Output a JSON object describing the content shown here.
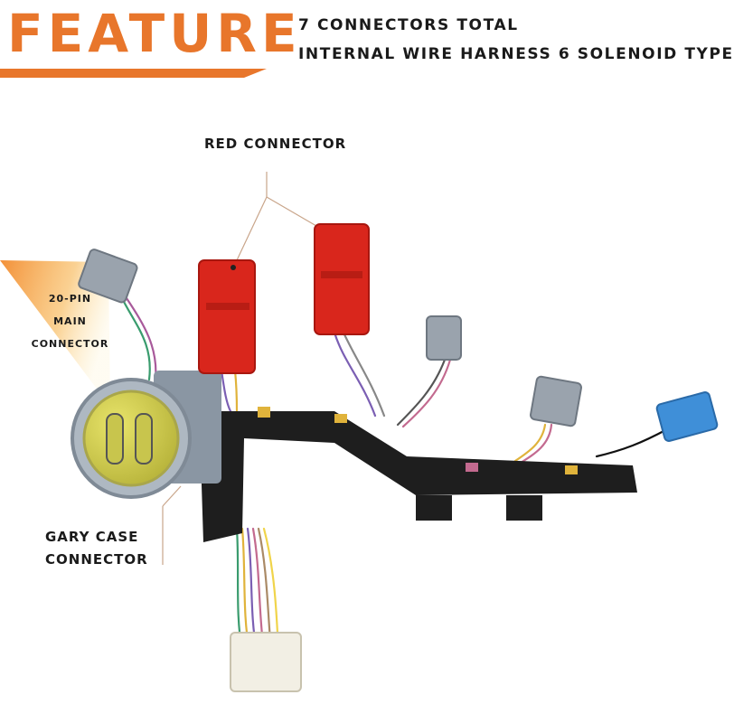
{
  "header": {
    "feature_title": "FEATURE",
    "line1": "7 CONNECTORS TOTAL",
    "line2": "INTERNAL WIRE HARNESS 6 SOLENOID TYPE"
  },
  "callouts": {
    "red_connector": "RED CONNECTOR",
    "main_connector_line1": "20-PIN",
    "main_connector_line2": "MAIN",
    "main_connector_line3": "CONNECTOR",
    "case_connector_line1": "GARY CASE",
    "case_connector_line2": "CONNECTOR"
  },
  "colors": {
    "accent": "#e8762b",
    "red_connector": "#d9261c",
    "harness": "#1e1e1e",
    "gray_connector": "#9aa3ad",
    "blue_connector": "#3f8fd8",
    "main_connector_yellow": "#d8d45a",
    "white_connector": "#f2efe4"
  }
}
